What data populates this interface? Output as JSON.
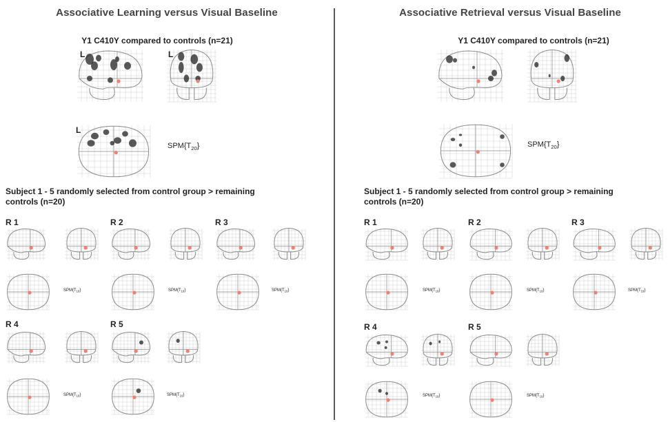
{
  "left": {
    "title": "Associative Learning versus Visual Baseline",
    "group_title": "Y1 C410Y compared to controls (n=21)",
    "orientation_label": "L",
    "spm_main": "SPM{T",
    "spm_main_sub": "20",
    "subject_title": "Subject 1 - 5 randomly selected from control group > remaining\ncontrols (n=20)",
    "subjects": [
      "R 1",
      "R 2",
      "R 3",
      "R 4",
      "R 5"
    ],
    "spm_small": "SPM{T",
    "spm_small_sub": "19"
  },
  "right": {
    "title": "Associative Retrieval versus Visual Baseline",
    "group_title": "Y1 C410Y compared to controls (n=21)",
    "spm_main": "SPM{T",
    "spm_main_sub": "20",
    "subject_title": "Subject 1 - 5 randomly selected from control group > remaining\ncontrols (n=20)",
    "subjects": [
      "R 1",
      "R 2",
      "R 3",
      "R 4",
      "R 5"
    ],
    "spm_small": "SPM{T",
    "spm_small_sub": "19"
  },
  "colors": {
    "outline": "#8c8c8c",
    "grid": "#d0d0d0",
    "marker": "#f08070",
    "blob": "#222222",
    "divider": "#5a5a5a"
  }
}
